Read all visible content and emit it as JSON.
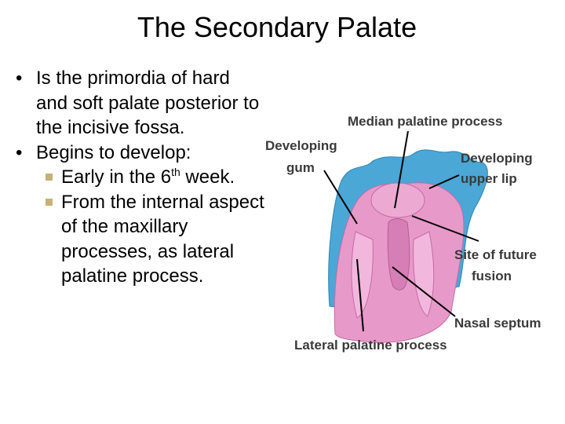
{
  "slide": {
    "title": "The Secondary Palate",
    "bullet1": "Is the primordia of hard and soft palate posterior to the incisive fossa.",
    "bullet2": "Begins to develop:",
    "sub1_pre": "Early in the 6",
    "sub1_sup": "th",
    "sub1_post": " week.",
    "sub2": "From the internal aspect of the maxillary processes, as lateral palatine process.",
    "bullet_symbol": "•"
  },
  "figure": {
    "labels": {
      "median": "Median palatine process",
      "gum_line1": "Developing",
      "gum_line2": "gum",
      "lip_line1": "Developing",
      "lip_line2": "upper lip",
      "fusion_line1": "Site of future",
      "fusion_line2": "fusion",
      "septum": "Nasal septum",
      "lateral": "Lateral palatine process"
    },
    "colors": {
      "gum": "#4aa7d6",
      "palate": "#e79ac9",
      "septum": "#d67fb6",
      "label": "#3a3a3a",
      "accent": "#c8b273"
    }
  }
}
